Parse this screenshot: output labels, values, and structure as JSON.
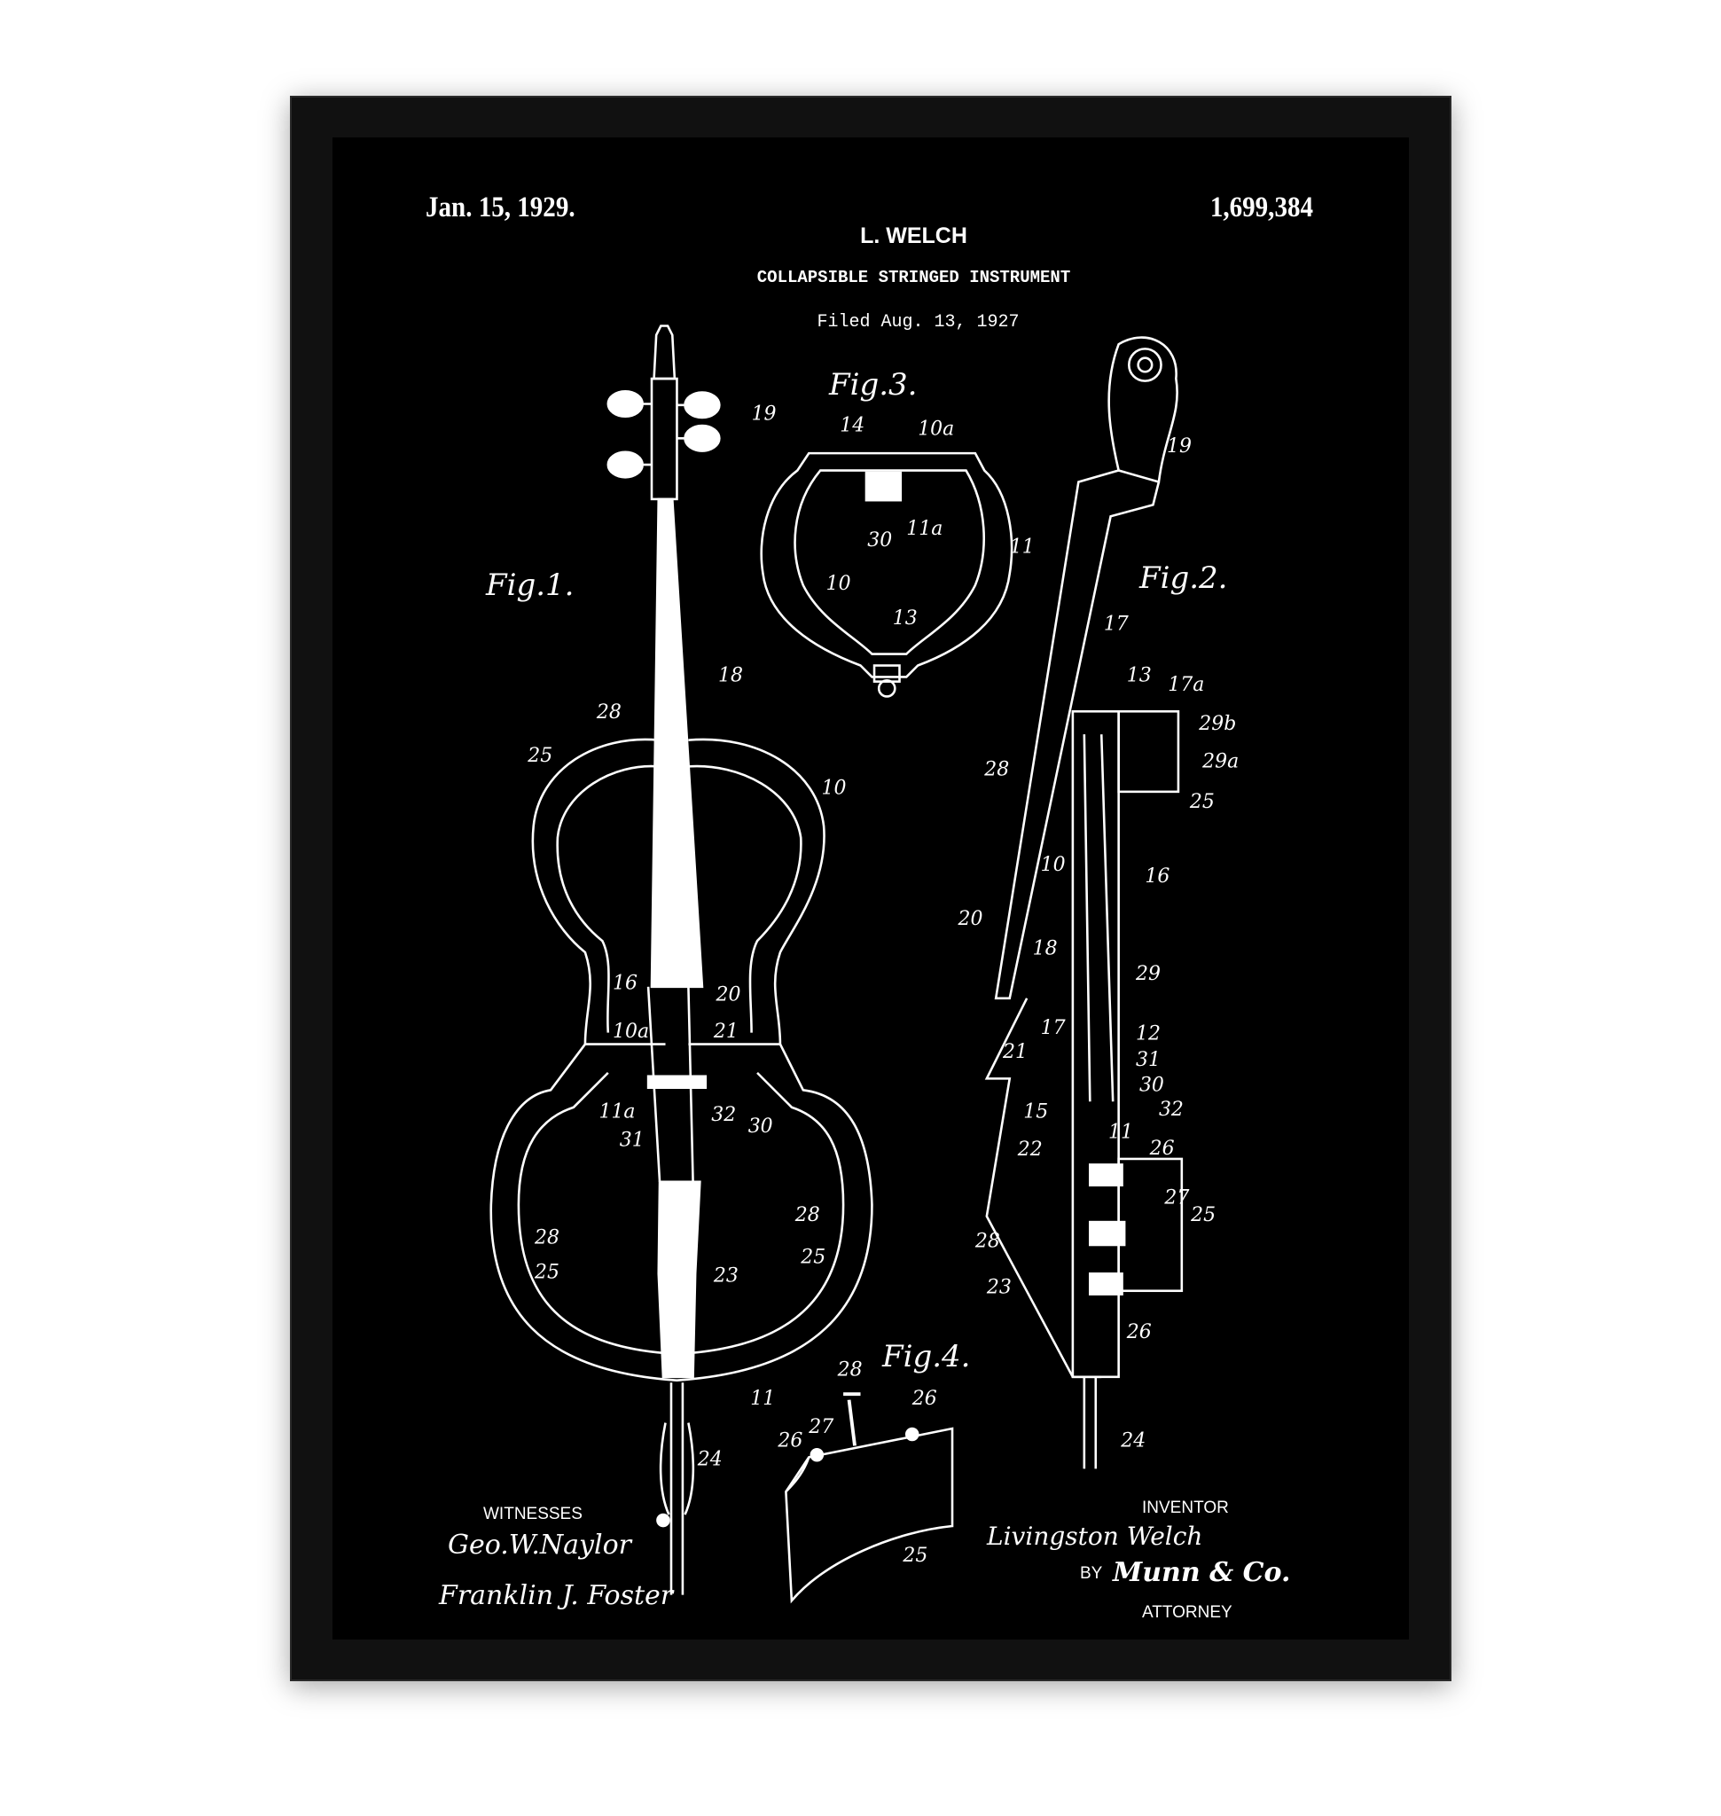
{
  "header": {
    "date": "Jan. 15, 1929.",
    "patent_number": "1,699,384",
    "inventor_name": "L. WELCH",
    "title": "COLLAPSIBLE STRINGED INSTRUMENT",
    "filed": "Filed Aug. 13, 1927"
  },
  "figures": {
    "fig1": "Fig.1.",
    "fig2": "Fig.2.",
    "fig3": "Fig.3.",
    "fig4": "Fig.4."
  },
  "reference_numerals": {
    "fig1": [
      "19",
      "18",
      "28",
      "25",
      "10",
      "16",
      "20",
      "10a",
      "21",
      "11a",
      "32",
      "30",
      "31",
      "28",
      "28",
      "25",
      "23",
      "25",
      "11",
      "24"
    ],
    "fig3": [
      "14",
      "10a",
      "30",
      "11a",
      "11",
      "10",
      "13"
    ],
    "fig2": [
      "19",
      "17",
      "13",
      "17a",
      "29b",
      "28",
      "29a",
      "25",
      "10",
      "16",
      "20",
      "18",
      "29",
      "17",
      "12",
      "31",
      "21",
      "30",
      "15",
      "32",
      "11",
      "26",
      "22",
      "27",
      "25",
      "28",
      "23",
      "26",
      "24"
    ],
    "fig4": [
      "28",
      "26",
      "27",
      "26",
      "25"
    ]
  },
  "footer": {
    "witnesses_label": "WITNESSES",
    "witness_1": "Geo.W.Naylor",
    "witness_2": "Franklin J. Foster",
    "inventor_label": "INVENTOR",
    "inventor_signature": "Livingston Welch",
    "by_label": "BY",
    "attorney_signature": "Munn & Co.",
    "attorney_label": "ATTORNEY"
  },
  "colors": {
    "frame": "#111111",
    "background": "#000000",
    "ink": "#ffffff"
  }
}
